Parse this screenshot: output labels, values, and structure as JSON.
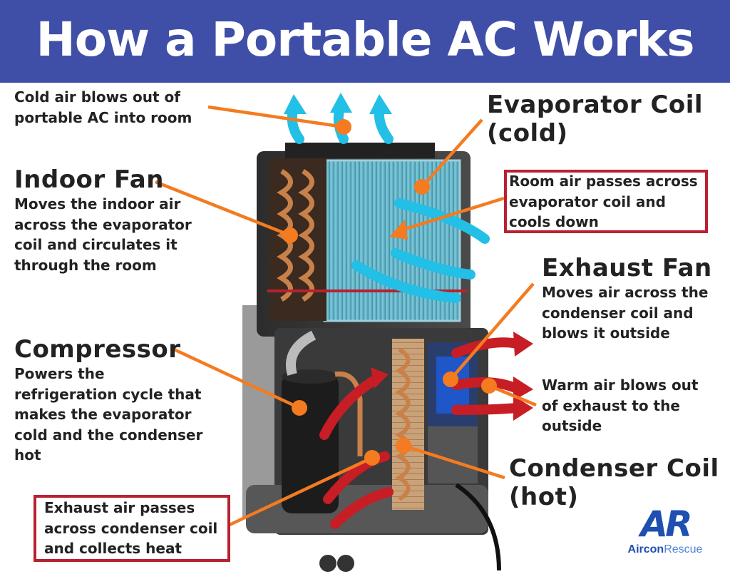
{
  "title": "How a Portable AC Works",
  "labels": {
    "cold_air": [
      "Cold air blows out of",
      "portable AC into room"
    ],
    "evaporator_coil": [
      "Evaporator Coil",
      "(cold)"
    ],
    "indoor_fan": {
      "title": "Indoor Fan",
      "desc": [
        "Moves the indoor air",
        "across the evaporator",
        "coil and circulates it",
        "through the room"
      ]
    },
    "room_air": [
      "Room air passes across",
      "evaporator coil and",
      "cools down"
    ],
    "exhaust_fan": {
      "title": "Exhaust Fan",
      "desc": [
        "Moves air across the",
        "condenser coil and",
        "blows it outside"
      ]
    },
    "warm_air": [
      "Warm air blows out",
      "of exhaust to the",
      "outside"
    ],
    "compressor": {
      "title": "Compressor",
      "desc": [
        "Powers the",
        "refrigeration cycle that",
        "makes the evaporator",
        "cold and the condenser",
        "hot"
      ]
    },
    "condenser_coil": [
      "Condenser Coil",
      "(hot)"
    ],
    "exhaust_air": [
      "Exhaust air passes",
      "across condenser coil",
      "and collects heat"
    ]
  },
  "logo": {
    "mark": "AR",
    "name_bold": "Aircon",
    "name_light": "Rescue"
  },
  "colors": {
    "header": "#3f4fa7",
    "pointer": "#f47b20",
    "box_border": "#b8212f",
    "cold_arrow": "#22bfe6",
    "hot_arrow": "#c71d25",
    "logo_blue": "#1f4fb0",
    "logo_light": "#4d86d6"
  }
}
